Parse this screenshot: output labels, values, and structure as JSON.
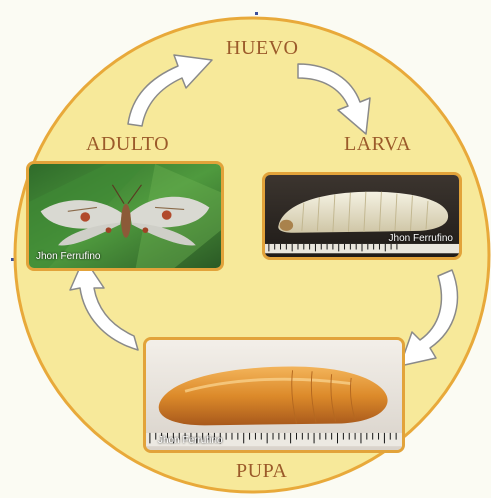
{
  "stages": {
    "egg": "HUEVO",
    "larva": "LARVA",
    "pupa": "PUPA",
    "adult": "ADULTO"
  },
  "photo_credit": "Jhon Ferrufino",
  "colors": {
    "circle_fill": "#f7e99a",
    "circle_stroke": "#e8a93a",
    "label_text": "#9b5a2a",
    "photo_border": "#e2a33a",
    "arrow_fill": "#ffffff",
    "arrow_stroke": "#8a8a8a"
  }
}
